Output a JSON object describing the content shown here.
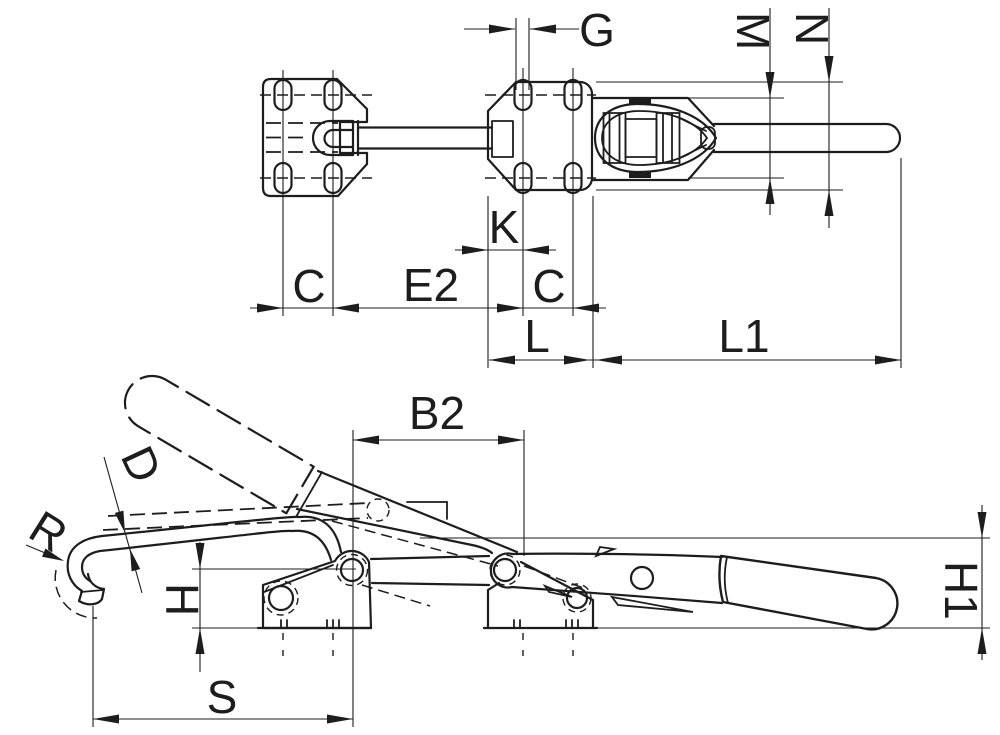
{
  "page": {
    "background": "#ffffff",
    "line_color": "#1d1d1d",
    "description": "Technical dimension drawing of a hook type toggle clamp (latch clamp) with counter catch plate, shown in plan view and side view"
  },
  "views": [
    {
      "id": "top-view",
      "name": "plan view: catch plate, draw bar, clamp body with turnbuckle spindle"
    },
    {
      "id": "side-view",
      "name": "side view: handle open position (phantom) and closed position"
    }
  ],
  "dimension_labels": {
    "g": "G",
    "m": "M",
    "n": "N",
    "k": "K",
    "c_left": "C",
    "e2": "E2",
    "c_right": "C",
    "l": "L",
    "l1": "L1",
    "b2": "B2",
    "d": "D",
    "r": "R",
    "h": "H",
    "s": "S",
    "h1": "H1"
  }
}
